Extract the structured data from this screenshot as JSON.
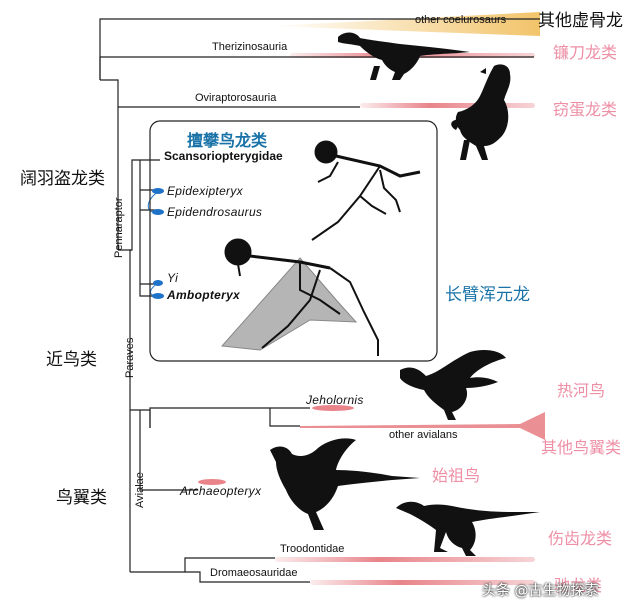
{
  "tree": {
    "leaf_labels": {
      "other_coelurosaurs": "other coelurosaurs",
      "therizinosauria": "Therizinosauria",
      "oviraptorosauria": "Oviraptorosauria",
      "scansoriopterygidae": "Scansoriopterygidae",
      "epidexipteryx": "Epidexipteryx",
      "epidendrosaurus": "Epidendrosaurus",
      "yi": "Yi",
      "ambopteryx": "Ambopteryx",
      "jeholornis": "Jeholornis",
      "other_avialans": "other avialans",
      "archaeopteryx": "Archaeopteryx",
      "troodontidae": "Troodontidae",
      "dromaeosauridae": "Dromaeosauridae"
    },
    "node_labels": {
      "pennaraptor": "Pennaraptor",
      "paraves": "Paraves",
      "avialae": "Avialae"
    }
  },
  "chinese_labels": {
    "other_coelurosaurs": "其他虚骨龙",
    "therizinosauria": "镰刀龙类",
    "oviraptorosauria": "窃蛋龙类",
    "scansoriopterygidae": "擅攀鸟龙类",
    "ambopteryx": "长臂浑元龙",
    "pennaraptora": "阔羽盗龙类",
    "paraves": "近鸟类",
    "avialae": "鸟翼类",
    "jeholornis": "热河鸟",
    "other_avialans": "其他鸟翼类",
    "archaeopteryx": "始祖鸟",
    "troodontidae": "伤齿龙类",
    "dromaeosauridae": "驰龙类"
  },
  "watermark": "头条 @古生物探索",
  "colors": {
    "range_bar": "#e8848a",
    "range_bar_gold": "#f2c46a",
    "scansor_marker": "#1e72c8",
    "chinese_pink": "#ee8fa5",
    "chinese_blue": "#1a73a8",
    "silhouette": "#111111",
    "membrane": "#b5b5b5"
  }
}
